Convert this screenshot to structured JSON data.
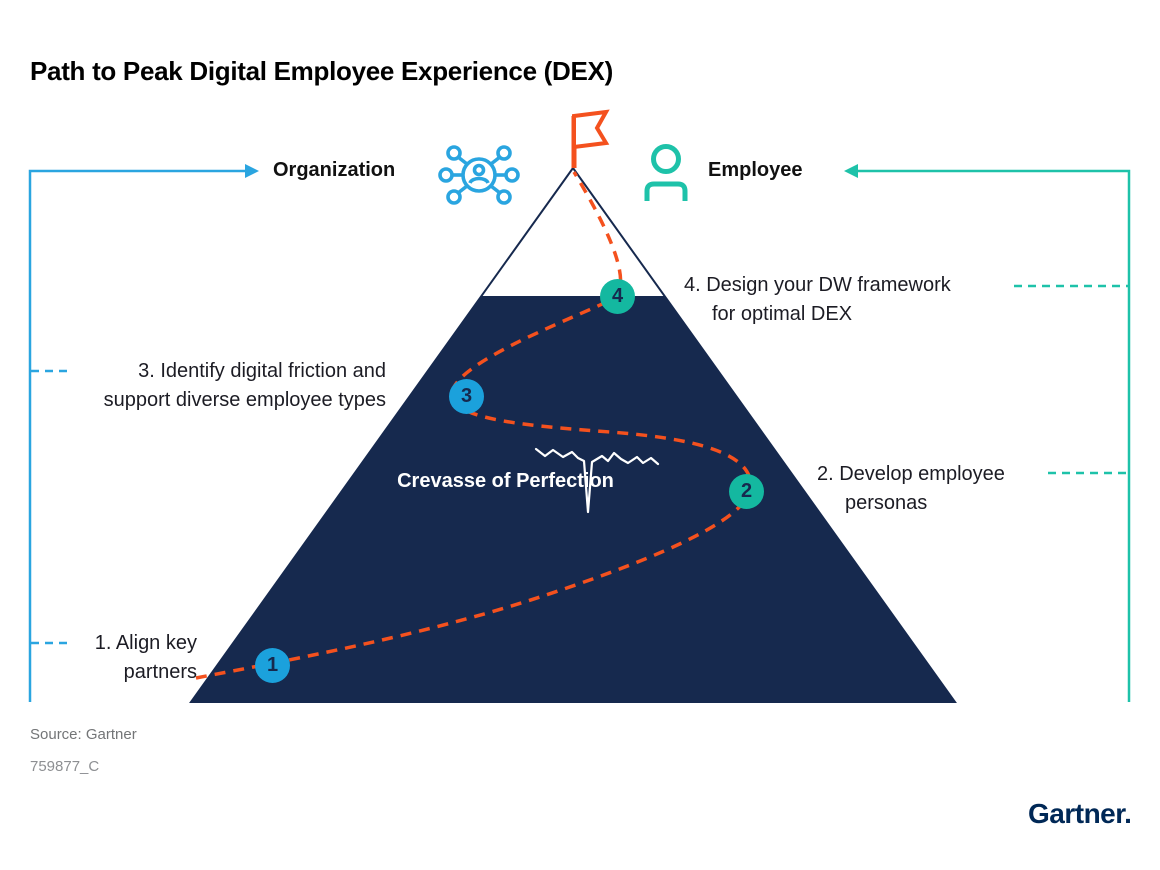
{
  "title": "Path to Peak Digital Employee Experience (DEX)",
  "axes": {
    "organization": "Organization",
    "employee": "Employee"
  },
  "icons": {
    "organization": "network-icon",
    "employee": "person-icon",
    "peak": "flag-icon"
  },
  "steps": [
    {
      "number": "1",
      "line1": "1. Align key",
      "line2": "partners",
      "side": "left"
    },
    {
      "number": "2",
      "line1": "2. Develop employee",
      "line2": "personas",
      "side": "right"
    },
    {
      "number": "3",
      "line1": "3. Identify digital friction and",
      "line2": "support diverse employee types",
      "side": "left"
    },
    {
      "number": "4",
      "line1": "4. Design your DW framework",
      "line2": "for optimal DEX",
      "side": "right"
    }
  ],
  "mountain": {
    "crevasse_line1": "Crevasse of",
    "crevasse_line2": "Perfection"
  },
  "footer": {
    "source": "Source: Gartner",
    "code": "759877_C",
    "logo": "Gartner."
  },
  "colors": {
    "navy": "#16294e",
    "orange": "#f4511e",
    "blue": "#2aa5e0",
    "circle-blue": "#1ba1dc",
    "teal": "#1ec2a9",
    "circle-teal": "#14b8a0",
    "text": "#1c1c24",
    "gray": "#737577",
    "gray-light": "#8d8f92",
    "logo-navy": "#002856"
  }
}
